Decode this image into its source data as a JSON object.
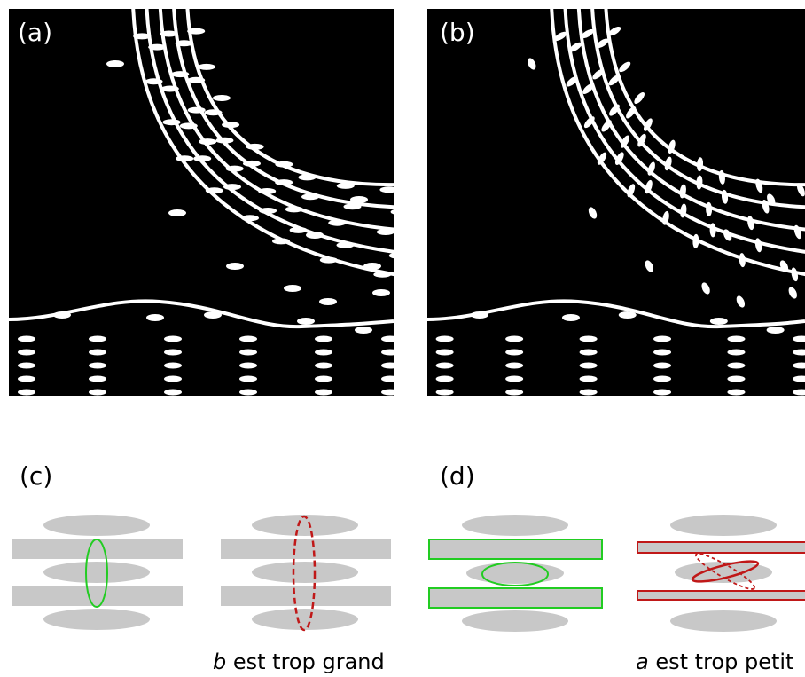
{
  "panels": {
    "a": {
      "label": "(a)"
    },
    "b": {
      "label": "(b)"
    },
    "c": {
      "label": "(c)",
      "caption_var": "b",
      "caption_text": " est trop grand"
    },
    "d": {
      "label": "(d)",
      "caption_var": "a",
      "caption_text": " est trop petit"
    }
  },
  "colors": {
    "background": "#000000",
    "structure": "#ffffff",
    "gray_shape": "#c8c8c8",
    "good": "#22cc22",
    "bad": "#c01818"
  }
}
